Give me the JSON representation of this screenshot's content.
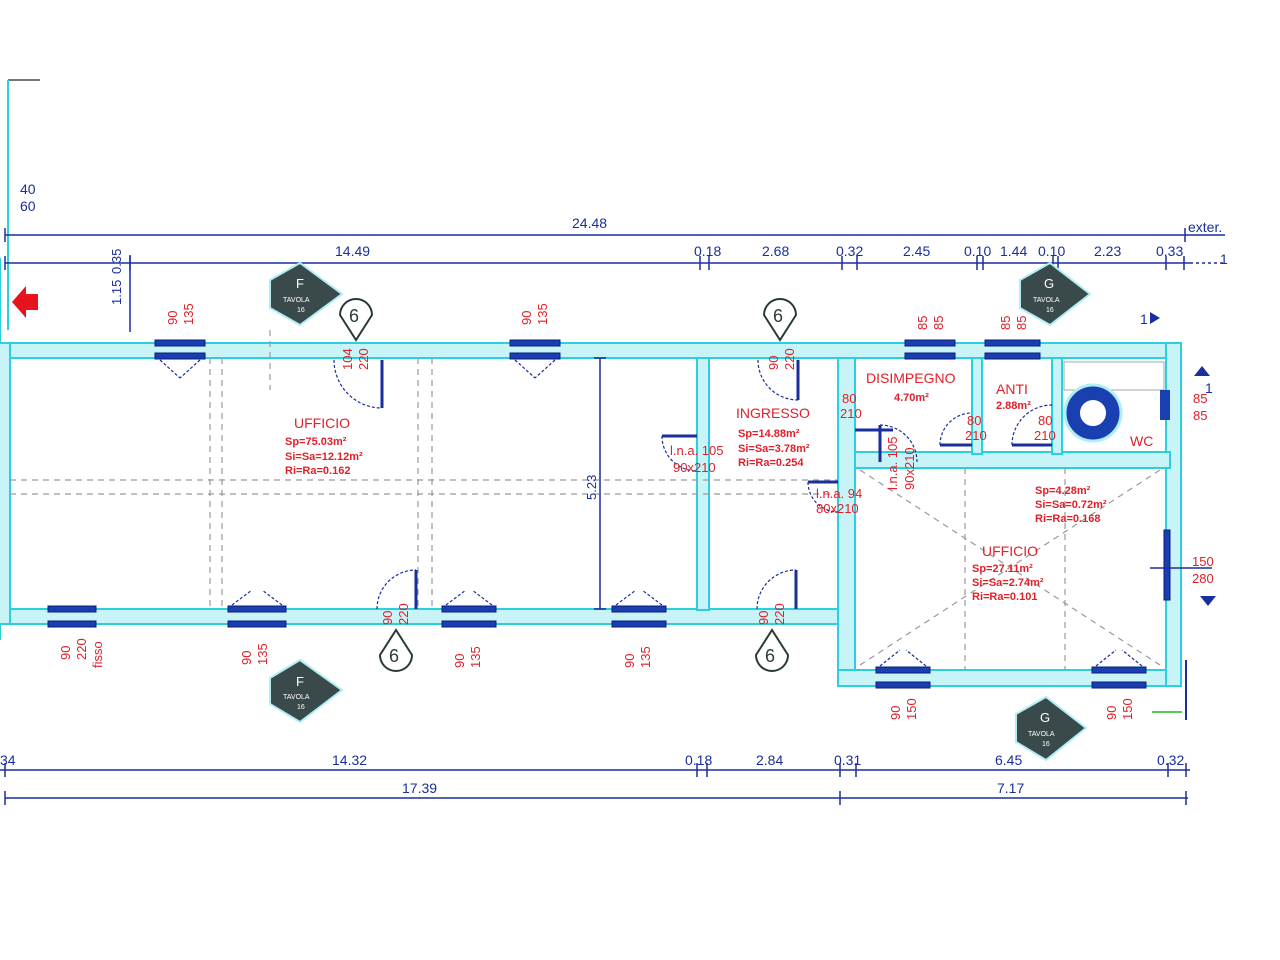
{
  "dims_top": {
    "exter": "exter.",
    "total": "24.48",
    "segments": [
      "14.49",
      "0.18",
      "2.68",
      "0.32",
      "2.45",
      "0.10",
      "1.44",
      "0.10",
      "2.23",
      "0.33"
    ],
    "side_top": "40",
    "side_bottom": "60",
    "vert_a": "1.15",
    "vert_b": "0.35"
  },
  "dims_bottom": {
    "segments": [
      "34",
      "14.32",
      "0.18",
      "2.84",
      "0.31",
      "6.45",
      "0.32"
    ],
    "totals": [
      "17.39",
      "7.17"
    ]
  },
  "height_dim": "5.23",
  "rooms": {
    "ufficio1": {
      "name": "UFFICIO",
      "sp": "Sp=75.03m²",
      "si": "Si=Sa=12.12m²",
      "ri": "Ri=Ra=0.162"
    },
    "ingresso": {
      "name": "INGRESSO",
      "sp": "Sp=14.88m²",
      "si": "Si=Sa=3.78m²",
      "ri": "Ri=Ra=0.254"
    },
    "disimpegno": {
      "name": "DISIMPEGNO",
      "area": "4.70m²"
    },
    "anti": {
      "name": "ANTI",
      "area": "2.88m²"
    },
    "wc": {
      "name": "WC",
      "sp": "Sp=4.28m²",
      "si": "Si=Sa=0.72m²",
      "ri": "Ri=Ra=0.168"
    },
    "ufficio2": {
      "name": "UFFICIO",
      "sp": "Sp=27.11m²",
      "si": "Si=Sa=2.74m²",
      "ri": "Ri=Ra=0.101"
    }
  },
  "openings": {
    "w_top1": [
      "90",
      "135"
    ],
    "d_top1": [
      "104",
      "220"
    ],
    "w_top2": [
      "90",
      "135"
    ],
    "d_top3": [
      "90",
      "220"
    ],
    "w_top4": [
      "85",
      "85"
    ],
    "w_top5": [
      "85",
      "85"
    ],
    "w_right1": [
      "85",
      "85"
    ],
    "w_right2": [
      "150",
      "280"
    ],
    "d_disimp": [
      "80",
      "210"
    ],
    "d_anti": [
      "80",
      "210"
    ],
    "d_wc": [
      "80",
      "210"
    ],
    "ina1": [
      "l.n.a. 105",
      "90x210"
    ],
    "ina2": [
      "l.n.a. 105",
      "90x210"
    ],
    "ina3": [
      "l.n.a. 94",
      "80x210"
    ],
    "w_bot1": [
      "90",
      "220",
      "fisso"
    ],
    "w_bot2": [
      "90",
      "135"
    ],
    "d_bot3": [
      "90",
      "220"
    ],
    "w_bot4": [
      "90",
      "135"
    ],
    "w_bot5": [
      "90",
      "135"
    ],
    "d_bot6": [
      "90",
      "220"
    ],
    "w_bot7": [
      "90",
      "150"
    ],
    "w_bot8": [
      "90",
      "150"
    ]
  },
  "sections": {
    "f_top": {
      "letter": "F",
      "tavola": "TAVOLA",
      "num": "16"
    },
    "g_top": {
      "letter": "G",
      "tavola": "TAVOLA",
      "num": "16"
    },
    "f_bot": {
      "letter": "F",
      "tavola": "TAVOLA",
      "num": "16"
    },
    "g_bot": {
      "letter": "G",
      "tavola": "TAVOLA",
      "num": "16"
    }
  },
  "markers": {
    "m1": "6",
    "m2": "6",
    "m3": "6",
    "m4": "6"
  },
  "level_marks": {
    "top": "1",
    "right": "1",
    "far_right": "1"
  },
  "colors": {
    "wall": "#c8f4f8",
    "wall_edge": "#2ad0dc",
    "dim": "#1a2e9c",
    "label": "#e0202a"
  }
}
